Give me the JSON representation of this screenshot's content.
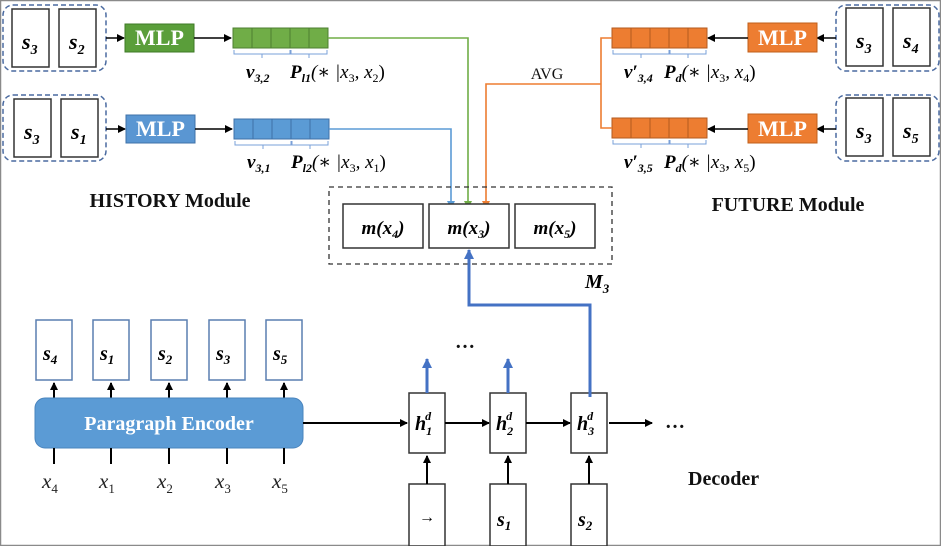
{
  "colors": {
    "green": "#5a9e3a",
    "blue": "#5a96d2",
    "orange": "#ed7d31",
    "encoder": "#5b9bd5",
    "dashed": "#4a6aa0",
    "bracket": "#7aa0d8",
    "arrow_blue": "#4472c4"
  },
  "history": {
    "title": "HISTORY Module",
    "rows": [
      {
        "pair": [
          "s",
          "s"
        ],
        "subs": [
          "3",
          "2"
        ],
        "mlp": "MLP",
        "vlabel": "v",
        "vsub": "3,2",
        "plabel": "P",
        "psub": "l1",
        "pargs": "(∗ |x",
        "pa1": "3",
        "pa2": "2"
      },
      {
        "pair": [
          "s",
          "s"
        ],
        "subs": [
          "3",
          "1"
        ],
        "mlp": "MLP",
        "vlabel": "v",
        "vsub": "3,1",
        "plabel": "P",
        "psub": "l2",
        "pargs": "(∗ |x",
        "pa1": "3",
        "pa2": "1"
      }
    ]
  },
  "future": {
    "title": "FUTURE Module",
    "avg_label": "AVG",
    "rows": [
      {
        "subs": [
          "3",
          "4"
        ],
        "mlp": "MLP",
        "vsub": "3,4",
        "psub": "d",
        "pa1": "3",
        "pa2": "4"
      },
      {
        "subs": [
          "3",
          "5"
        ],
        "mlp": "MLP",
        "vsub": "3,5",
        "psub": "d",
        "pa1": "3",
        "pa2": "5"
      }
    ]
  },
  "memory": {
    "label": "M",
    "label_sub": "3",
    "cells": [
      {
        "text": "m(x",
        "sub": "4"
      },
      {
        "text": "m(x",
        "sub": "3"
      },
      {
        "text": "m(x",
        "sub": "5"
      }
    ]
  },
  "encoder": {
    "label": "Paragraph Encoder",
    "outputs": [
      "4",
      "1",
      "2",
      "3",
      "5"
    ],
    "inputs": [
      "4",
      "1",
      "2",
      "3",
      "5"
    ]
  },
  "decoder": {
    "title": "Decoder",
    "states": [
      "1",
      "2",
      "3"
    ],
    "state_sup": "d",
    "inputs": [
      {
        "text": "→",
        "sub": ""
      },
      {
        "text": "s",
        "sub": "1"
      },
      {
        "text": "s",
        "sub": "2"
      }
    ],
    "ellipsis": "…"
  }
}
